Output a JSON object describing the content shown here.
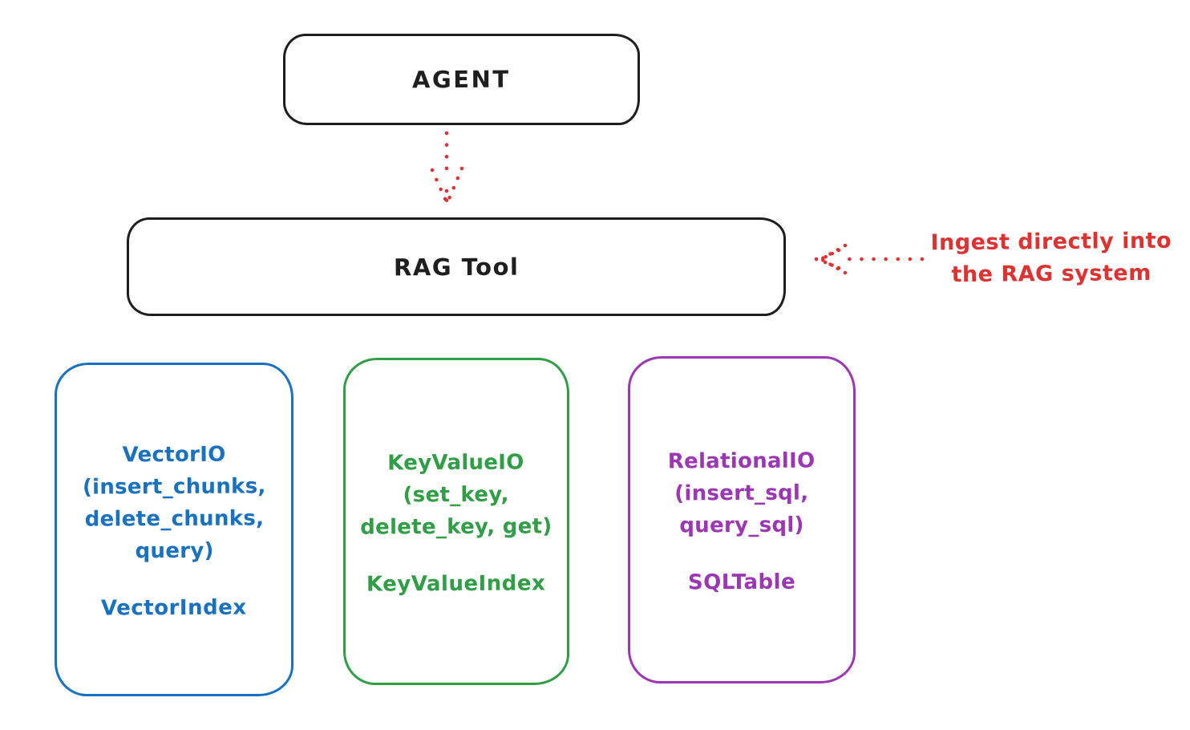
{
  "nodes": {
    "agent": {
      "label": "AGENT"
    },
    "rag_tool": {
      "label": "RAG Tool"
    }
  },
  "annotation": {
    "line1": "Ingest directly into",
    "line2": "the RAG system"
  },
  "io_boxes": [
    {
      "name": "vector-io",
      "color": "#1971c2",
      "lines": [
        "VectorIO",
        "(insert_chunks,",
        "delete_chunks,",
        "query)"
      ],
      "index_label": "VectorIndex"
    },
    {
      "name": "keyvalue-io",
      "color": "#2f9e44",
      "lines": [
        "KeyValueIO",
        "(set_key,",
        "delete_key, get)"
      ],
      "index_label": "KeyValueIndex"
    },
    {
      "name": "relational-io",
      "color": "#9c36b5",
      "lines": [
        "RelationalIO",
        "(insert_sql,",
        "query_sql)"
      ],
      "index_label": "SQLTable"
    }
  ],
  "colors": {
    "stroke_black": "#1e1e1e",
    "arrow_red": "#e03131",
    "vector_blue": "#1971c2",
    "keyvalue_green": "#2f9e44",
    "relational_purple": "#9c36b5",
    "background": "#ffffff"
  }
}
